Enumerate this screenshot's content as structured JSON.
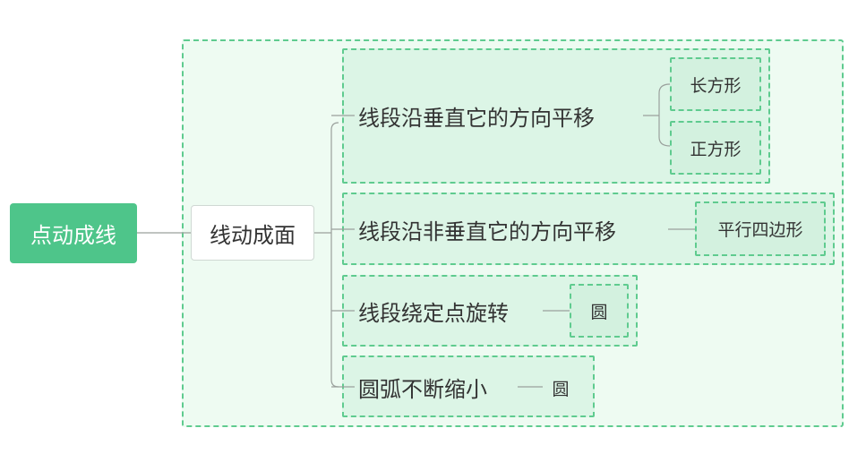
{
  "root": {
    "label": "点动成线"
  },
  "hub": {
    "label": "线动成面"
  },
  "branches": [
    {
      "label": "线段沿垂直它的方向平移",
      "children": [
        "长方形",
        "正方形"
      ]
    },
    {
      "label": "线段沿非垂直它的方向平移",
      "children": [
        "平行四边形"
      ]
    },
    {
      "label": "线段绕定点旋转",
      "children": [
        "圆"
      ]
    },
    {
      "label": "圆弧不断缩小",
      "children": [
        "圆"
      ]
    }
  ],
  "colors": {
    "root_fill": "#4ec58a",
    "frame_fill": "#eefbf2",
    "group_fill": "#dcf5e6",
    "dashed_border": "#5fcb8f",
    "connector": "#9aa09c"
  }
}
